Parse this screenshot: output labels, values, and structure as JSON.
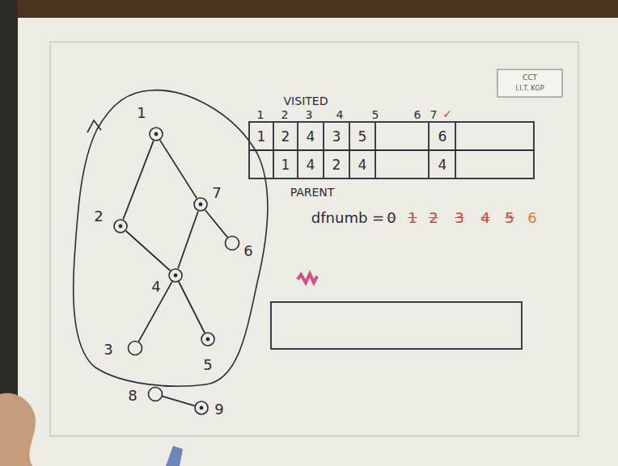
{
  "diagram": {
    "nodes": [
      {
        "text": [
          "1"
        ]
      },
      {
        "text": [
          "2"
        ]
      },
      {
        "text": [
          "7"
        ]
      },
      {
        "text": [
          "6"
        ]
      },
      {
        "text": [
          "4"
        ]
      },
      {
        "text": [
          "3"
        ]
      },
      {
        "text": [
          "5"
        ]
      },
      {
        "text": [
          "8"
        ]
      },
      {
        "text": [
          "9"
        ]
      }
    ],
    "edges": [
      {
        "from": 0,
        "to": 1,
        "arrow": "none"
      },
      {
        "from": 0,
        "to": 2,
        "arrow": "none"
      },
      {
        "from": 1,
        "to": 4,
        "arrow": "none"
      },
      {
        "from": 2,
        "to": 4,
        "arrow": "none"
      },
      {
        "from": 2,
        "to": 3,
        "arrow": "none"
      },
      {
        "from": 4,
        "to": 5,
        "arrow": "none"
      },
      {
        "from": 4,
        "to": 6,
        "arrow": "none"
      },
      {
        "from": 7,
        "to": 8,
        "arrow": "none"
      }
    ],
    "labels": [
      "VISITED",
      "1",
      "2",
      "3",
      "4",
      "5",
      "6",
      "7",
      "✓",
      "1",
      "2",
      "4",
      "3",
      "5",
      "6",
      "1",
      "4",
      "2",
      "4",
      "4",
      "PARENT",
      "dfnumb =",
      "0",
      "1",
      "2",
      "3",
      "4",
      "5",
      "6",
      "CCT",
      "I.I.T. KGP"
    ]
  }
}
